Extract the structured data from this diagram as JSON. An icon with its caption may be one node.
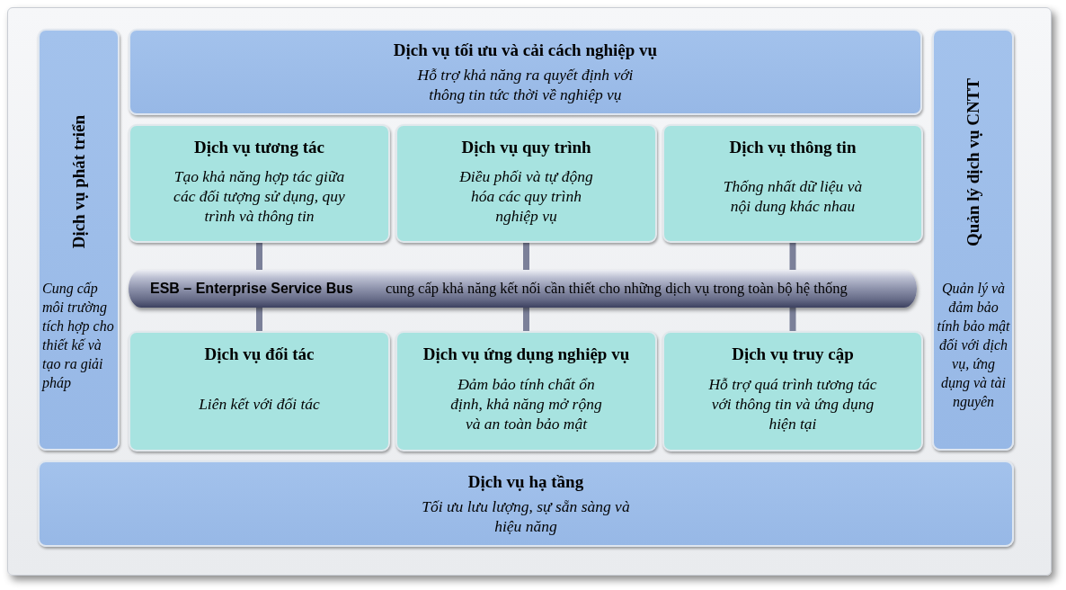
{
  "diagram": {
    "nodes": [
      {
        "text": [
          "Dịch vụ phát triển",
          "Cung cấp môi trường tích hợp cho thiết kế và tạo ra giải pháp"
        ]
      },
      {
        "text": [
          "Dịch vụ tối ưu và cải cách nghiệp vụ",
          "Hỗ trợ khả năng ra quyết định với thông tin tức thời về nghiệp vụ"
        ]
      },
      {
        "text": [
          "Quản lý dịch vụ CNTT",
          "Quản lý và đảm bảo tính bảo mật đối với dịch vụ, ứng dụng và tài nguyên"
        ]
      },
      {
        "text": [
          "Dịch vụ tương tác",
          "Tạo khả năng hợp tác giữa các đối tượng sử dụng, quy trình và thông tin"
        ]
      },
      {
        "text": [
          "Dịch vụ quy trình",
          "Điều phối và tự động hóa các quy trình nghiệp vụ"
        ]
      },
      {
        "text": [
          "Dịch vụ thông tin",
          "Thống nhất dữ liệu và nội dung khác nhau"
        ]
      },
      {
        "text": [
          "ESB – Enterprise Service Bus",
          "cung cấp khả năng kết nối cần thiết cho những dịch vụ trong toàn bộ hệ thống"
        ]
      },
      {
        "text": [
          "Dịch vụ đối tác",
          "Liên kết với đối tác"
        ]
      },
      {
        "text": [
          "Dịch vụ ứng dụng nghiệp vụ",
          "Đảm bảo tính chất ổn định, khả năng mở rộng và an toàn bảo mật"
        ]
      },
      {
        "text": [
          "Dịch vụ truy cập",
          "Hỗ trợ quá trình tương tác với thông tin và ứng dụng hiện tại"
        ]
      },
      {
        "text": [
          "Dịch vụ hạ tầng",
          "Tối ưu lưu lượng, sự sẵn sàng và hiệu năng"
        ]
      }
    ],
    "edges": [
      {
        "from": 3,
        "to": 6,
        "arrow": "none"
      },
      {
        "from": 4,
        "to": 6,
        "arrow": "none"
      },
      {
        "from": 5,
        "to": 6,
        "arrow": "none"
      },
      {
        "from": 6,
        "to": 7,
        "arrow": "none"
      },
      {
        "from": 6,
        "to": 8,
        "arrow": "none"
      },
      {
        "from": 6,
        "to": 9,
        "arrow": "none"
      }
    ]
  }
}
